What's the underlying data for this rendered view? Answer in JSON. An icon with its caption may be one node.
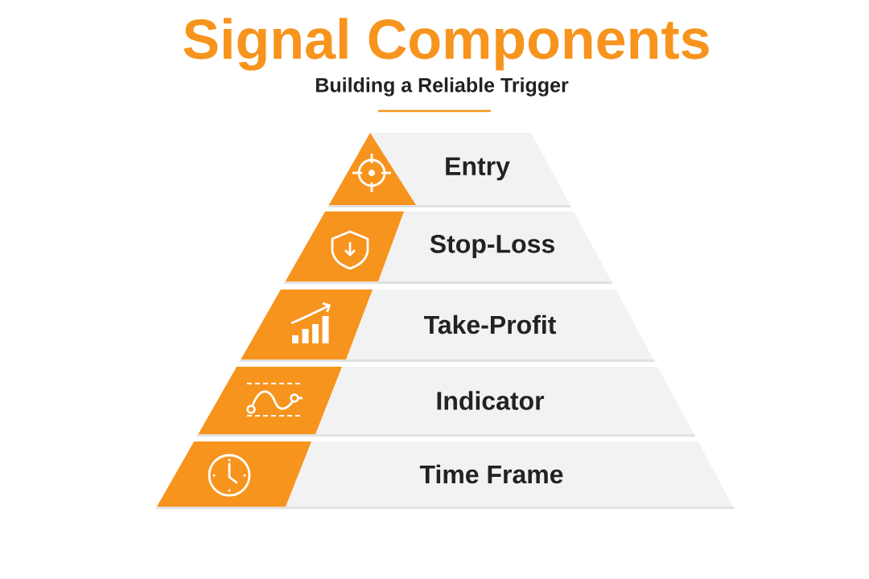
{
  "diagram": {
    "title": "Signal Components",
    "nodes": [
      {
        "text": [
          "Entry"
        ]
      },
      {
        "text": [
          "Stop-Loss"
        ]
      },
      {
        "text": [
          "Take-Profit"
        ]
      },
      {
        "text": [
          "Indicator"
        ]
      },
      {
        "text": [
          "Time Frame"
        ]
      }
    ],
    "labels": [
      "Building a Reliable Trigger"
    ]
  }
}
